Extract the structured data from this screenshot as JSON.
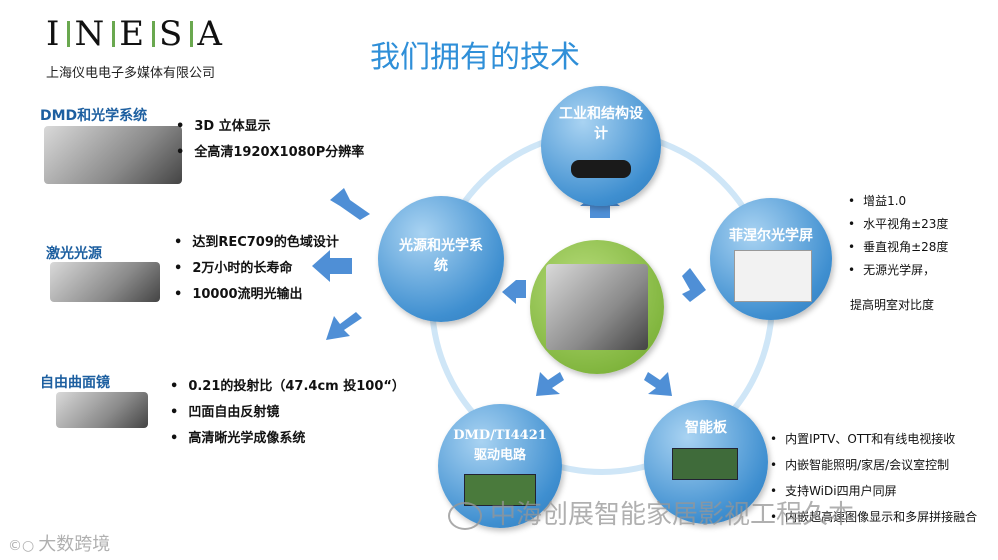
{
  "header": {
    "logo": "INESA",
    "company": "上海仪电电子多媒体有限公司",
    "title": "我们拥有的技术"
  },
  "left_sections": [
    {
      "heading": "DMD和光学系统",
      "items": [
        "3D 立体显示",
        "全高清1920X1080P分辨率"
      ]
    },
    {
      "heading": "激光光源",
      "items": [
        "达到REC709的色域设计",
        "2万小时的长寿命",
        "10000流明光输出"
      ]
    },
    {
      "heading": "自由曲面镜",
      "items": [
        "0.21的投射比（47.4cm 投100“）",
        "凹面自由反射镜",
        "高清晰光学成像系统"
      ]
    }
  ],
  "circles": {
    "industrial": "工业和结构设计",
    "light_source": "光源和光学系统",
    "fresnel": "菲涅尔光学屏",
    "smart_board": "智能板",
    "dmd_driver": "DMD/TI4421驱动电路"
  },
  "fresnel_specs": [
    "增益1.0",
    "水平视角±23度",
    "垂直视角±28度",
    "无源光学屏，"
  ],
  "fresnel_extra": "提高明室对比度",
  "smart_specs": [
    "内置IPTV、OTT和有线电视接收",
    "内嵌智能照明/家居/会议室控制",
    "支持WiDi四用户同屏",
    "内嵌超高速图像显示和多屏拼接融合"
  ],
  "watermarks": {
    "wechat": "中海创展智能家居影视工程久本",
    "corner": "大数跨境"
  }
}
